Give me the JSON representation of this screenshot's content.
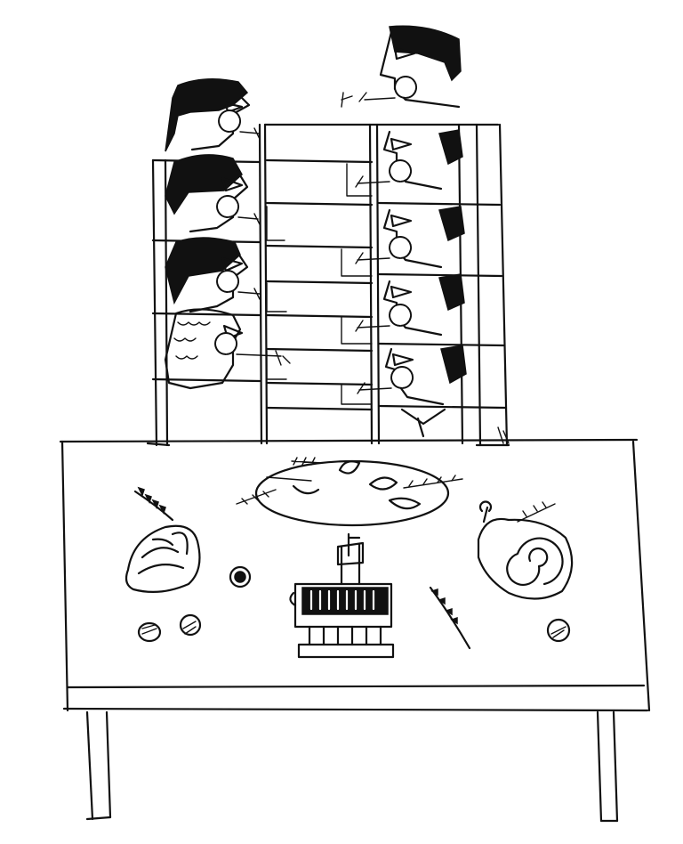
{
  "scene": {
    "ink_color": "#111111",
    "paper_color": "#ffffff"
  },
  "guests": {
    "left_side_count": 4,
    "right_side_count": 5
  },
  "table": {
    "items": [
      "herb-sprig",
      "oval-platter",
      "pastry-left",
      "roulade-right",
      "centerpiece-castle",
      "olives",
      "rosemary-sprig"
    ]
  }
}
